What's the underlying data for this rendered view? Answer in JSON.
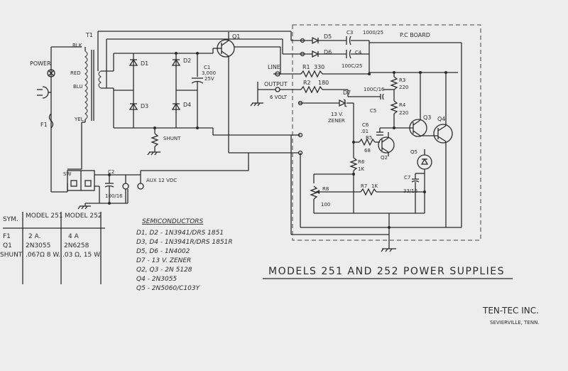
{
  "components": {
    "transformer": "T1",
    "power_label": "POWER",
    "fuse": "F1",
    "blk": "BLK",
    "red": "RED",
    "blu": "BLU",
    "yel": "YEL",
    "d1": "D1",
    "d2": "D2",
    "d3": "D3",
    "d4": "D4",
    "d5": "D5",
    "d6": "D6",
    "d7": "D7",
    "c1": "C1",
    "c1_value": "3,000",
    "c1_volts": "25V",
    "shunt": "SHUNT",
    "q1": "Q1",
    "q2": "Q2",
    "q3": "Q3",
    "q4": "Q4",
    "q5": "Q5",
    "pc_board": "P.C BOARD",
    "line": "LINE",
    "output": "OUTPUT",
    "output_volts": "6 VOLT",
    "r1": "R1",
    "r1_value": "330",
    "r2": "R2",
    "r2_value": "180",
    "r3": "R3",
    "r3_value": "220",
    "r4": "R4",
    "r4_value": "220",
    "r5": "R5",
    "r5_value": "68",
    "r6": "R6",
    "r6_value": "1K",
    "r7": "R7",
    "r7_value": "1K",
    "r8": "R8",
    "r8_value": "100",
    "c3": "C3",
    "c3_value": "1000/25",
    "c4": "C4",
    "c4_value": "100C/25",
    "c5": "C5",
    "c5_value": "100C/16",
    "c6": "C6",
    "c6_value": ".01",
    "c7": "C7",
    "c7_value": "33/16",
    "zener": "13 V.",
    "zener2": "ZENER",
    "sw": "SW",
    "c2": "C2",
    "c2_value": "100/16",
    "aux": "AUX 12 VDC"
  },
  "table": {
    "headers": [
      "SYM.",
      "MODEL 251",
      "MODEL 252"
    ],
    "rows": [
      [
        "F1",
        "2 A.",
        "4 A"
      ],
      [
        "Q1",
        "2N3055",
        "2N6258"
      ],
      [
        "SHUNT",
        ".067Ω 8 W.",
        ".03 Ω, 15 W."
      ]
    ]
  },
  "semiconductors": {
    "heading": "SEMICONDUCTORS",
    "lines": [
      "D1, D2 - 1N3941/DRS 1851",
      "D3, D4 - 1N3941R/DRS 1851R",
      "D5, D6 - 1N4002",
      "D7 - 13 V. ZENER",
      "Q2, Q3 - 2N 5128",
      "Q4 - 2N3055",
      "Q5 - 2N5060/C103Y"
    ]
  },
  "title": {
    "text": "MODELS 251 AND 252 POWER SUPPLIES"
  },
  "company": {
    "name": "TEN-TEC INC.",
    "city": "SEVIERVILLE, TENN."
  }
}
